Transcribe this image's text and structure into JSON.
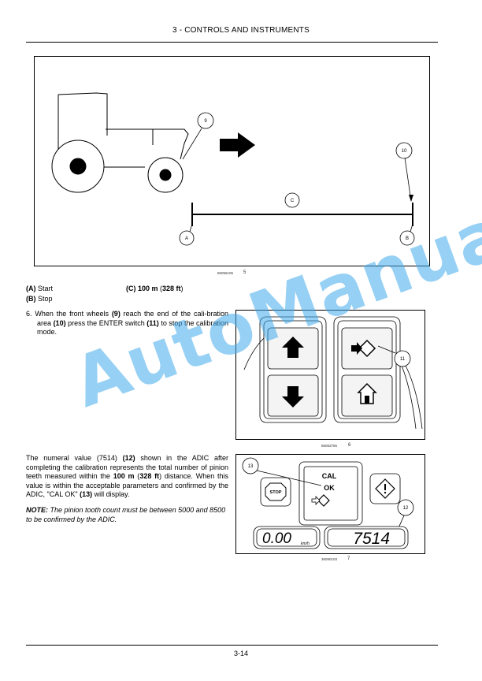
{
  "header": {
    "title": "3 - CONTROLS AND INSTRUMENTS"
  },
  "figure5": {
    "callouts": {
      "wheel": "9",
      "end": "10",
      "distance": "C",
      "start": "A",
      "stop": "B"
    },
    "caption": "86056105",
    "number": "5"
  },
  "legend": {
    "a_key": "(A)",
    "a_text": " Start",
    "b_key": "(B)",
    "b_text": " Stop",
    "c_key": "(C) 100 m",
    "c_open": " (",
    "c_unit": "328 ft",
    "c_close": ")"
  },
  "step6": {
    "t1": "6.  When the front wheels ",
    "b1": "(9)",
    "t2": " reach the end of the cali-bration area ",
    "b2": "(10)",
    "t3": " press the ENTER switch ",
    "b3": "(11)",
    "t4": " to stop the calibration mode."
  },
  "figure6": {
    "callout": "11",
    "caption": "86083756",
    "number": "6"
  },
  "para": {
    "t1": "The numeral value (7514) ",
    "b1": "(12)",
    "t2": " shown in the ADIC after completing the calibration represents the total number of pinion teeth measured within the ",
    "b2": "100 m",
    "t3": " (",
    "b3": "328 ft",
    "t4": ") distance. When this value is within the acceptable parameters and confirmed by the ADIC, \"CAL OK\" ",
    "b4": "(13)",
    "t5": " will display."
  },
  "note": {
    "label": "NOTE:",
    "text": " The pinion tooth count must be between 5000 and 8500 to be confirmed by the ADIC."
  },
  "figure7": {
    "callout_cal": "13",
    "callout_value": "12",
    "stop_label": "STOP",
    "cal_label": "CAL",
    "ok_label": "OK",
    "speed_value": "0.00",
    "speed_unit": "km/h",
    "count_value": "7514",
    "caption": "36090103",
    "number": "7"
  },
  "watermark": "AutoManual",
  "footer": {
    "page_number": "3-14"
  }
}
